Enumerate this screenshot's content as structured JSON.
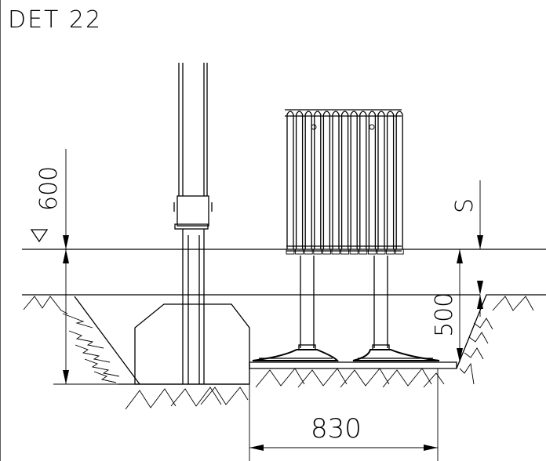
{
  "title": "DET 22",
  "dimensions": {
    "height_above_ground": "600",
    "symbol_s": "S",
    "depth": "500",
    "width": "830"
  },
  "symbols": {
    "ground_level": "triangle-down-icon"
  }
}
